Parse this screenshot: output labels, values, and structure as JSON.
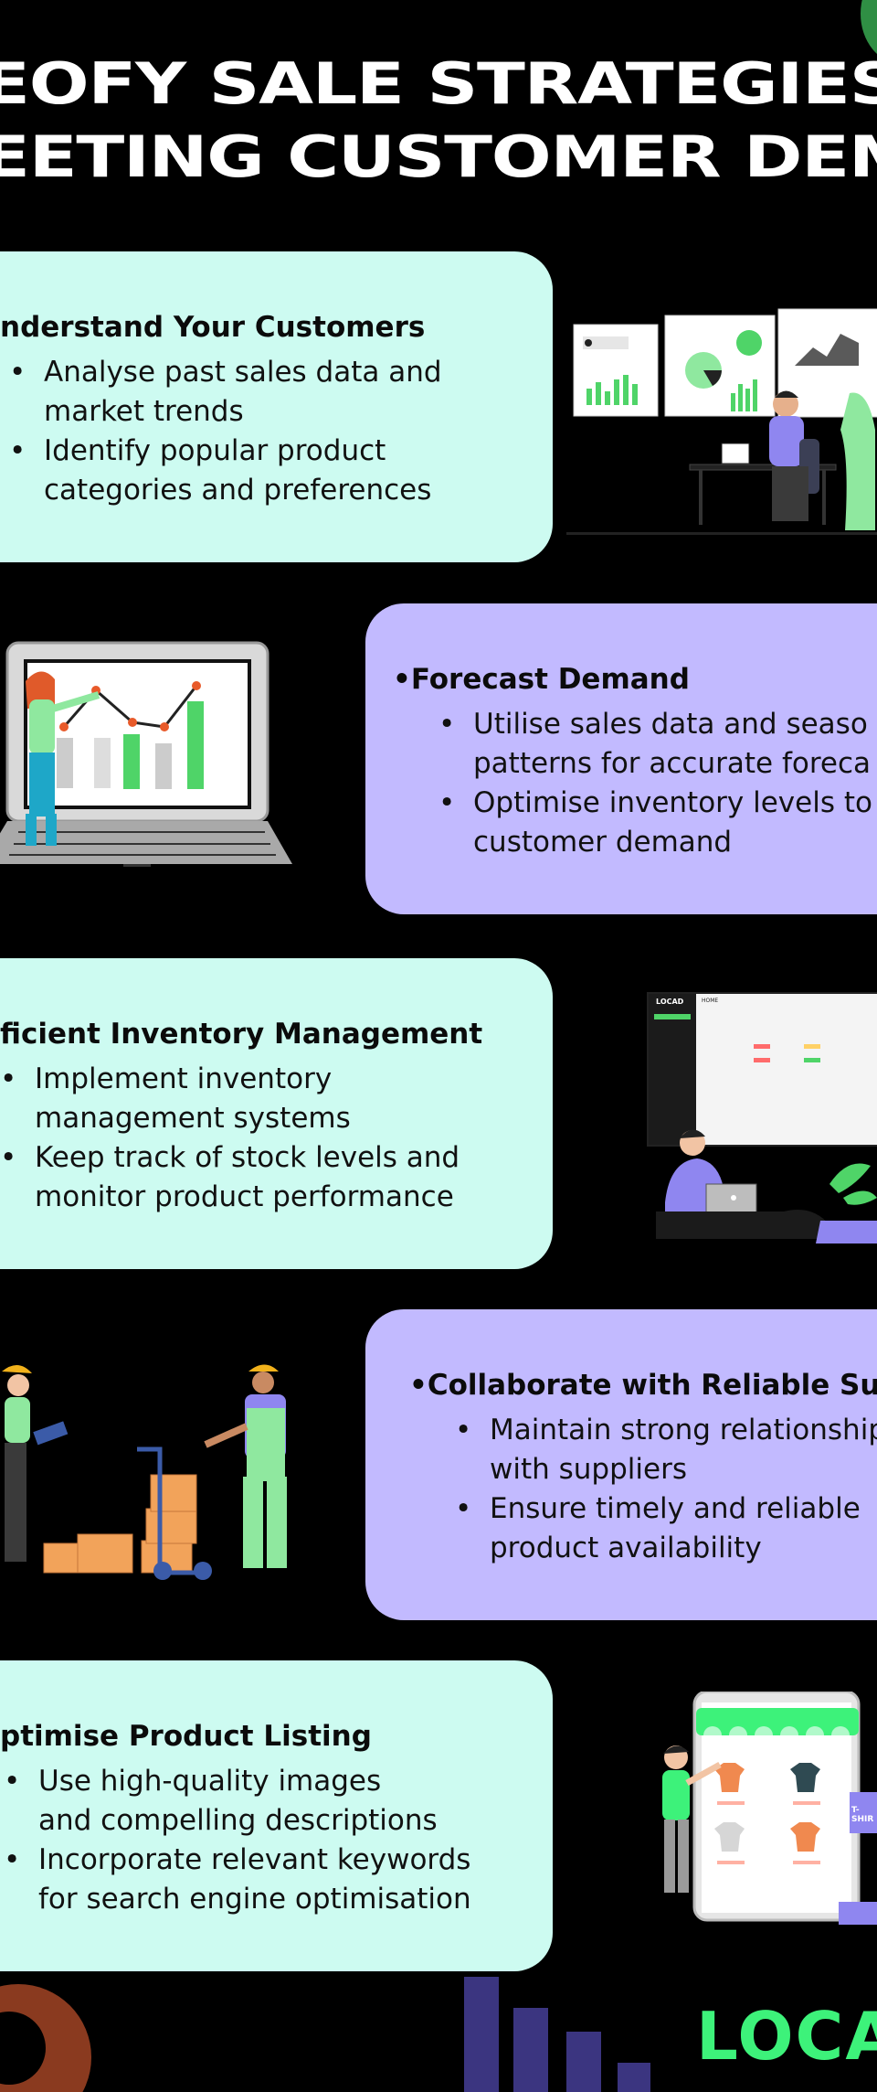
{
  "title": {
    "line1": "EOFY SALE STRATEGIES FOR",
    "line2": "EETING CUSTOMER DEMAN"
  },
  "sections": [
    {
      "heading": "nderstand Your Customers",
      "bullets": [
        "Analyse past sales data and",
        "market trends",
        "Identify popular product",
        "categories and preferences"
      ]
    },
    {
      "heading": "•Forecast Demand",
      "bullets": [
        "Utilise sales data and seaso",
        "patterns for accurate foreca",
        "Optimise inventory levels to",
        "customer demand"
      ]
    },
    {
      "heading": "ficient Inventory Management",
      "bullets": [
        "Implement inventory",
        "management systems",
        "Keep track of stock levels and",
        "monitor product performance"
      ]
    },
    {
      "heading": "•Collaborate with Reliable Suppl",
      "bullets": [
        "Maintain strong relationship",
        "with suppliers",
        "Ensure timely and reliable",
        "product availability"
      ]
    },
    {
      "heading": "ptimise Product Listing",
      "bullets": [
        "Use high-quality images",
        "and compelling descriptions",
        "Incorporate relevant keywords",
        "for search engine optimisation"
      ]
    }
  ],
  "logo": "LOCA",
  "screen_app": {
    "brand": "LOCAD",
    "tab": "HOME"
  },
  "shop_tag": "T-SHIR",
  "colors": {
    "mint": "#cdfbf1",
    "lavender": "#c2baff",
    "green": "#3df27a",
    "background": "#000000"
  }
}
